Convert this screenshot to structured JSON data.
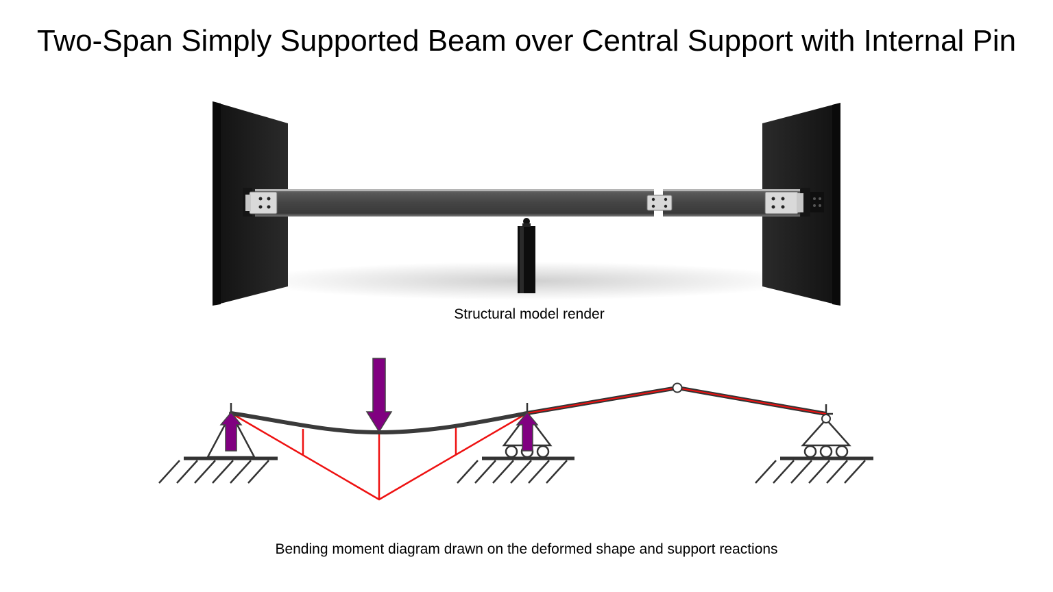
{
  "title": "Two-Span Simply Supported Beam over Central Support with Internal Pin",
  "render": {
    "caption": "Structural model render"
  },
  "diagram": {
    "caption": "Bending moment diagram drawn on the deformed shape and support reactions"
  },
  "colors": {
    "moment_line": "#ee1111",
    "arrow_fill": "#800080",
    "beam": "#3a3a3a",
    "wall": "#1c1c1c"
  }
}
